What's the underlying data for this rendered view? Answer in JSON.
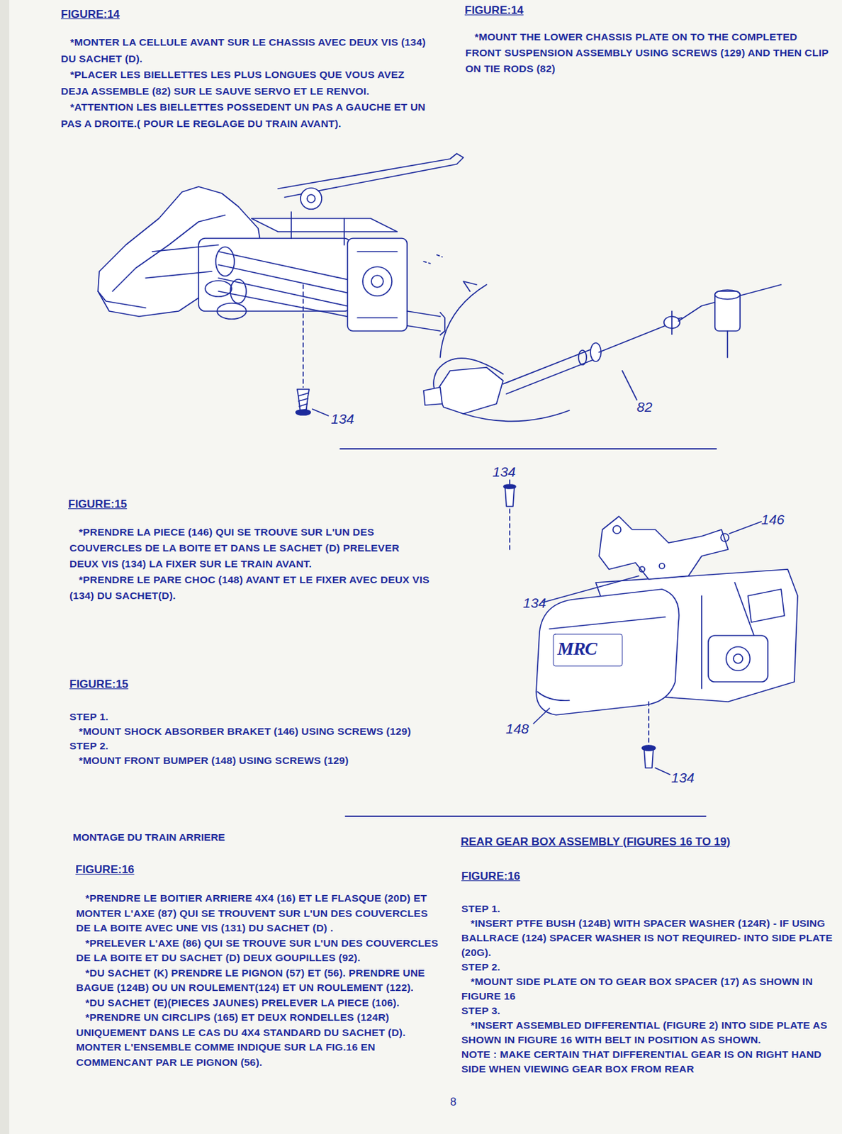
{
  "diagram": {
    "labels": [
      "FIGURE:14",
      "*MONTER LA CELLULE AVANT SUR LE CHASSIS AVEC DEUX VIS (134) DU SACHET (D).",
      "*PLACER LES BIELLETTES LES PLUS LONGUES QUE VOUS AVEZ DEJA ASSEMBLE (82) SUR LE SAUVE SERVO ET LE RENVOI.",
      "*ATTENTION LES BIELLETTES POSSEDENT UN PAS A GAUCHE ET UN PAS A DROITE.( POUR LE REGLAGE DU TRAIN AVANT).",
      "FIGURE:14",
      "*MOUNT THE LOWER CHASSIS PLATE ON TO THE COMPLETED FRONT SUSPENSION ASSEMBLY USING SCREWS (129) AND THEN CLIP ON TIE RODS (82)",
      "134",
      "82",
      "FIGURE:15",
      "*PRENDRE LA PIECE (146) QUI SE TROUVE SUR L'UN DES COUVERCLES DE LA BOITE ET DANS LE SACHET (D) PRELEVER DEUX VIS (134) LA FIXER SUR LE TRAIN AVANT.",
      "*PRENDRE LE PARE CHOC (148) AVANT ET LE FIXER AVEC DEUX VIS (134) DU SACHET(D).",
      "134",
      "146",
      "134",
      "MRC",
      "148",
      "134",
      "FIGURE:15",
      "STEP 1.",
      "*MOUNT SHOCK ABSORBER BRAKET (146) USING SCREWS (129)",
      "STEP 2.",
      "*MOUNT FRONT BUMPER (148) USING SCREWS (129)",
      "MONTAGE DU TRAIN ARRIERE",
      "FIGURE:16",
      "*PRENDRE LE BOITIER ARRIERE 4X4 (16) ET LE FLASQUE (20D) ET MONTER L'AXE (87) QUI SE TROUVENT SUR L'UN DES COUVERCLES DE LA BOITE AVEC UNE VIS (131) DU SACHET (D) .",
      "*PRELEVER L'AXE (86) QUI SE TROUVE SUR L'UN DES COUVERCLES DE LA BOITE ET DU SACHET (D) DEUX GOUPILLES (92).",
      "*DU SACHET (K) PRENDRE LE PIGNON (57) ET (56). PRENDRE UNE BAGUE (124B) OU UN ROULEMENT(124) ET UN ROULEMENT (122).",
      "*DU SACHET (E)(PIECES JAUNES) PRELEVER LA PIECE (106).",
      "*PRENDRE UN CIRCLIPS (165) ET DEUX RONDELLES (124R) UNIQUEMENT DANS LE CAS DU 4X4 STANDARD DU SACHET (D). MONTER L'ENSEMBLE COMME INDIQUE SUR LA FIG.16 EN COMMENCANT PAR LE PIGNON (56).",
      "REAR GEAR BOX ASSEMBLY (FIGURES 16 TO 19)",
      "FIGURE:16",
      "STEP 1.",
      "*INSERT PTFE BUSH (124B) WITH SPACER WASHER (124R) - IF USING BALLRACE (124) SPACER WASHER IS NOT REQUIRED- INTO SIDE PLATE (20G).",
      "STEP 2.",
      "*MOUNT SIDE PLATE ON TO GEAR BOX SPACER (17) AS SHOWN IN FIGURE 16",
      "STEP 3.",
      "*INSERT ASSEMBLED DIFFERENTIAL (FIGURE 2) INTO SIDE PLATE AS SHOWN IN FIGURE 16 WITH BELT IN POSITION AS SHOWN.",
      "NOTE : MAKE CERTAIN THAT DIFFERENTIAL GEAR IS ON RIGHT HAND SIDE WHEN VIEWING GEAR BOX FROM REAR",
      "8"
    ]
  }
}
